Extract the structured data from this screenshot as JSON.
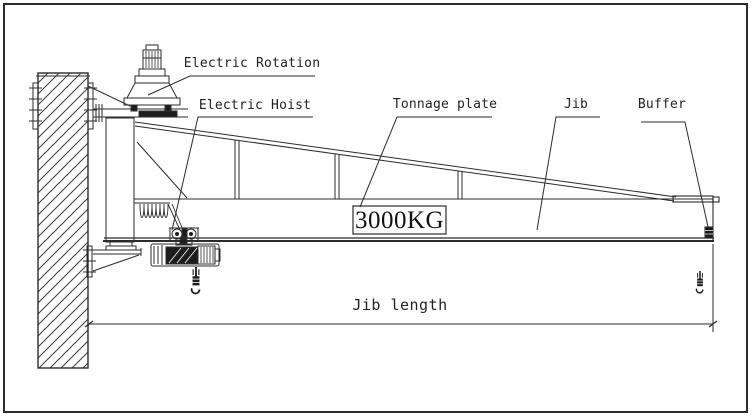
{
  "labels": {
    "electric_rotation": "Electric Rotation",
    "electric_hoist": "Electric Hoist",
    "tonnage_plate": "Tonnage plate",
    "jib": "Jib",
    "buffer": "Buffer"
  },
  "dimension": {
    "jib_length_label": "Jib length"
  },
  "tonnage_plate": {
    "text": "3000KG"
  },
  "colors": {
    "line": "#2b2b2b",
    "background": "#ffffff",
    "dark_fill": "#1c1c1c"
  }
}
